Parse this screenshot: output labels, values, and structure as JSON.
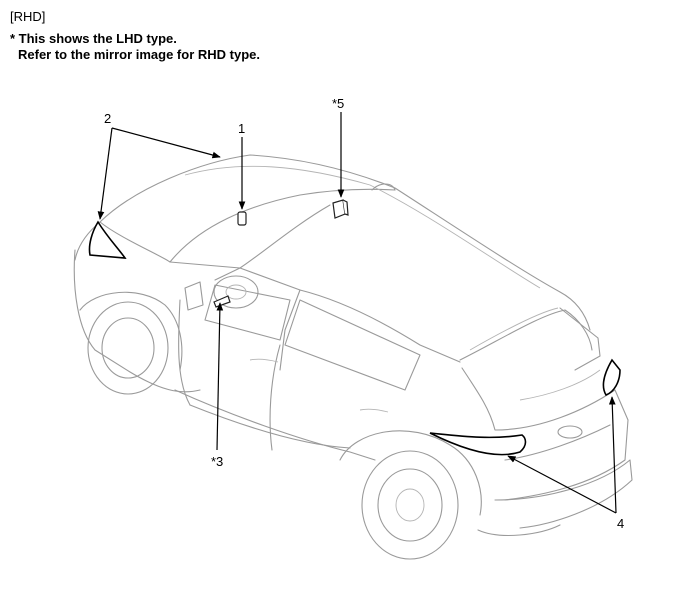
{
  "header": {
    "tag": "[RHD]",
    "note_line1": "* This shows the LHD type.",
    "note_line2": "Refer to the mirror image for RHD type."
  },
  "callouts": {
    "c1": "1",
    "c2": "2",
    "c3": "*3",
    "c4": "4",
    "c5": "*5"
  }
}
